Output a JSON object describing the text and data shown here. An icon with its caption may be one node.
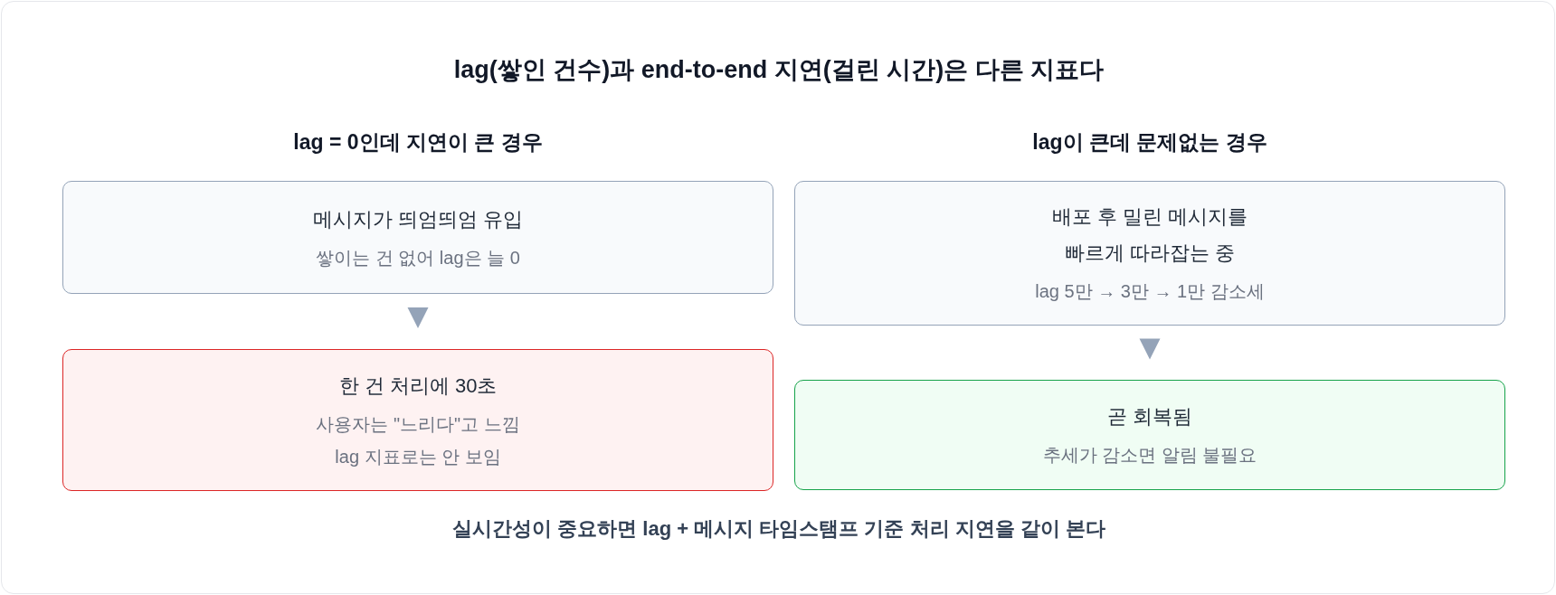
{
  "diagram": {
    "title": "lag(쌓인 건수)과 end-to-end 지연(걸린 시간)은 다른 지표다",
    "caption": "실시간성이 중요하면 lag + 메시지 타임스탬프 기준 처리 지연을 같이 본다",
    "nodes": [
      {
        "text": [
          "메시지가 띄엄띄엄 유입",
          "쌓이는 건 없어 lag은 늘 0"
        ]
      },
      {
        "text": [
          "한 건 처리에 30초",
          "사용자는 \"느리다\"고 느낌 lag 지표로는 안 보임"
        ]
      },
      {
        "text": [
          "배포 후 밀린 메시지를 빠르게 따라잡는 중",
          "lag 5만 → 3만 → 1만 감소세"
        ]
      },
      {
        "text": [
          "곧 회복됨",
          "추세가 감소면 알림 불필요"
        ]
      }
    ],
    "edges": [
      {
        "from": 0,
        "to": 1,
        "arrow": "to"
      },
      {
        "from": 2,
        "to": 3,
        "arrow": "to"
      }
    ],
    "labels": [
      "lag = 0인데 지연이 큰 경우",
      "lag이 큰데 문제없는 경우"
    ]
  }
}
